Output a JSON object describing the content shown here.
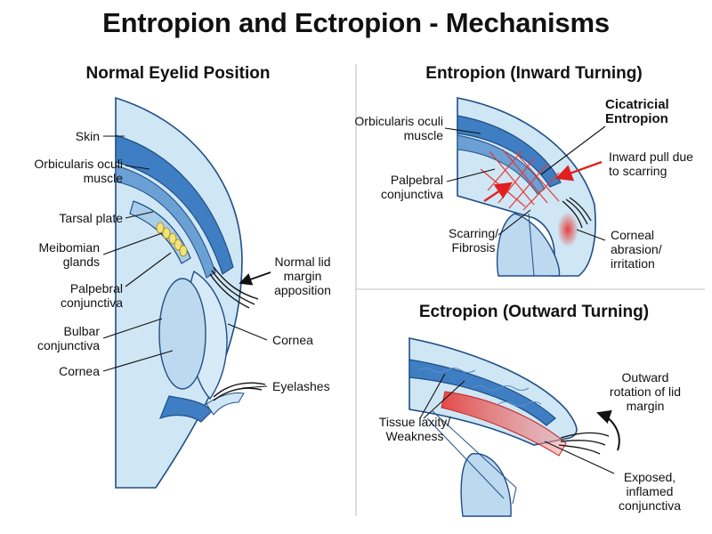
{
  "title": "Entropion and Ectropion - Mechanisms",
  "panels": {
    "normal": {
      "title": "Normal Eyelid Position",
      "labels": {
        "skin": "Skin",
        "orbicularis": "Orbicularis oculi muscle",
        "tarsal": "Tarsal plate",
        "meibomian": "Meibomian glands",
        "palpebral": "Palpebral conjunctiva",
        "bulbar": "Bulbar conjunctiva",
        "cornea_left": "Cornea",
        "apposition": "Normal lid margin apposition",
        "cornea_right": "Cornea",
        "eyelashes": "Eyelashes"
      }
    },
    "entropion": {
      "title": "Entropion (Inward Turning)",
      "labels": {
        "orbicularis": "Orbicularis oculi muscle",
        "cicatricial": "Cicatricial Entropion",
        "inward_pull": "Inward pull due to scarring",
        "palpebral": "Palpebral conjunctiva",
        "scarring": "Scarring/ Fibrosis",
        "abrasion": "Corneal abrasion/ irritation"
      }
    },
    "ectropion": {
      "title": "Ectropion (Outward Turning)",
      "labels": {
        "rotation": "Outward rotation of lid margin",
        "laxity": "Tissue laxity/ Weakness",
        "exposed": "Exposed, inflamed conjunctiva"
      }
    }
  },
  "colors": {
    "skin_fill": "#cfe6f5",
    "muscle_fill": "#3f7ec2",
    "outline": "#1f4e86",
    "tarsal_fill": "#a9cde8",
    "gland_fill": "#f3e27a",
    "lens_fill": "#bcd9f0",
    "inflamed": "#e53935",
    "arrow_red": "#e02020"
  }
}
